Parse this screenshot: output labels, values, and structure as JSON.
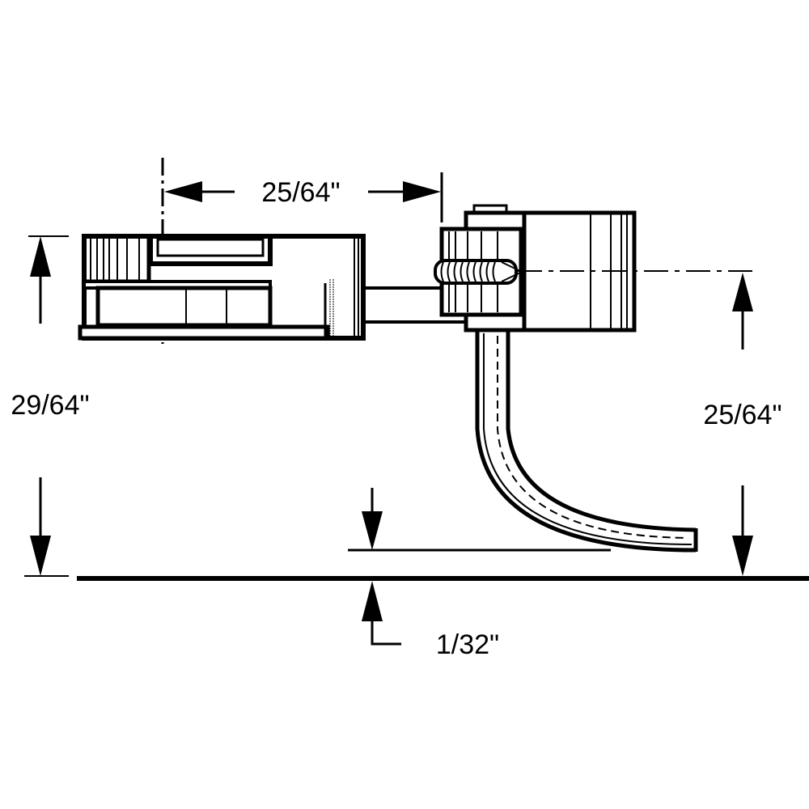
{
  "diagram": {
    "dimensions": {
      "top_width": "25/64\"",
      "left_height": "29/64\"",
      "right_height": "25/64\"",
      "bottom_clearance": "1/32\""
    },
    "colors": {
      "line": "#000000",
      "background": "#ffffff"
    }
  }
}
